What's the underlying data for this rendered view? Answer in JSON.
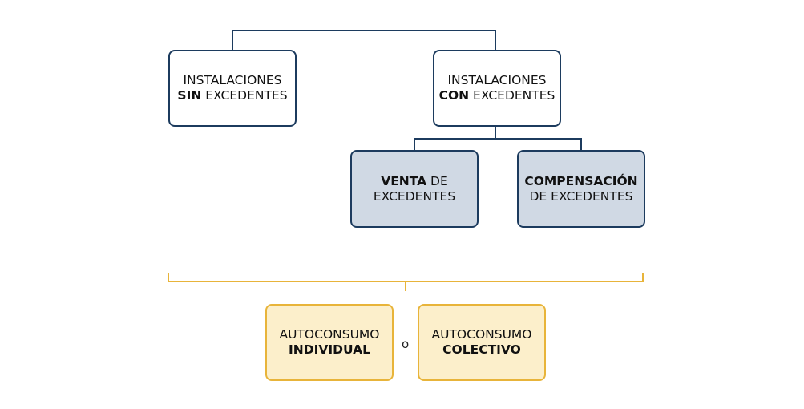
{
  "colors": {
    "tree_line": "#1c3b5e",
    "box_border": "#1c3b5e",
    "box_fill_light": "#d0d9e4",
    "bracket": "#e8b43a",
    "yellow_fill": "#fcefcb"
  },
  "tree": {
    "sin": {
      "line1": "INSTALACIONES",
      "bold": "SIN",
      "rest": " EXCEDENTES"
    },
    "con": {
      "line1": "INSTALACIONES",
      "bold": "CON",
      "rest": " EXCEDENTES"
    },
    "venta": {
      "bold": "VENTA",
      "rest": " DE",
      "line2": "EXCEDENTES"
    },
    "compensacion": {
      "bold": "COMPENSACIÓN",
      "line2": "DE EXCEDENTES"
    }
  },
  "autoconsumo": {
    "individual": {
      "line1": "AUTOCONSUMO",
      "bold": "INDIVIDUAL"
    },
    "separator": "o",
    "colectivo": {
      "line1": "AUTOCONSUMO",
      "bold": "COLECTIVO"
    }
  }
}
